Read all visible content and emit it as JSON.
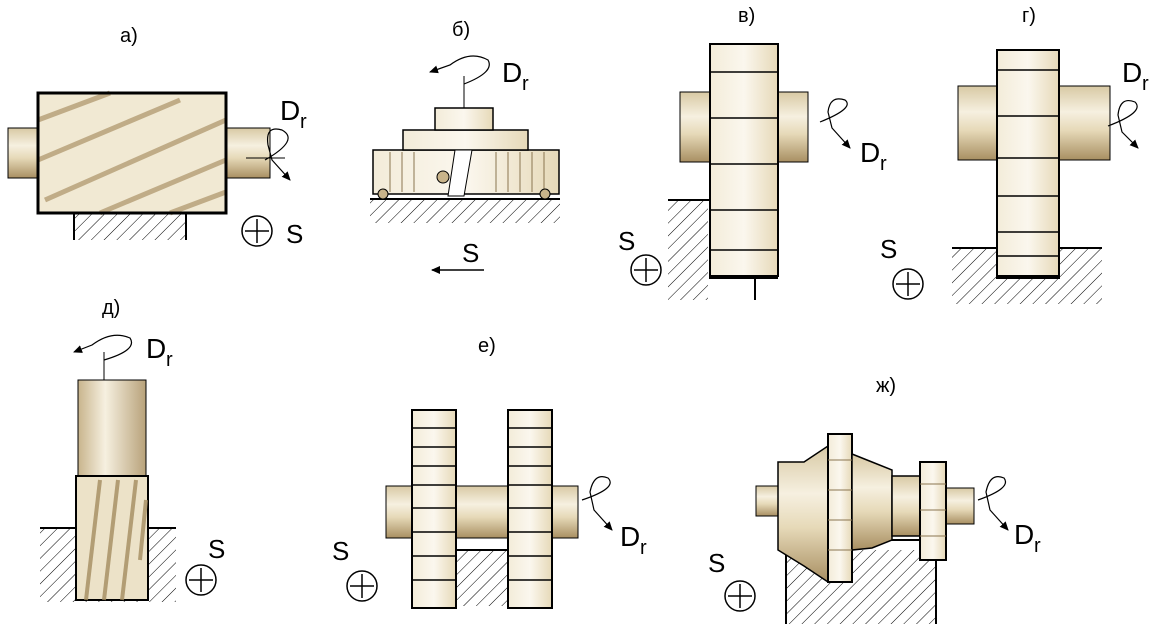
{
  "panels": [
    {
      "label": "а)",
      "rotation_label": "D",
      "rotation_sub": "r",
      "feed_label": "S"
    },
    {
      "label": "б)",
      "rotation_label": "D",
      "rotation_sub": "r",
      "feed_label": "S"
    },
    {
      "label": "в)",
      "rotation_label": "D",
      "rotation_sub": "r",
      "feed_label": "S"
    },
    {
      "label": "г)",
      "rotation_label": "D",
      "rotation_sub": "r",
      "feed_label": "S"
    },
    {
      "label": "д)",
      "rotation_label": "D",
      "rotation_sub": "r",
      "feed_label": "S"
    },
    {
      "label": "е)",
      "rotation_label": "D",
      "rotation_sub": "r",
      "feed_label": "S"
    },
    {
      "label": "ж)",
      "rotation_label": "D",
      "rotation_sub": "r",
      "feed_label": "S"
    }
  ],
  "colors": {
    "tool_light": "#f3ecd9",
    "tool_dark": "#b8a27a",
    "tool_mid": "#d8c9a4",
    "line": "#000000",
    "hatch": "#000000"
  }
}
